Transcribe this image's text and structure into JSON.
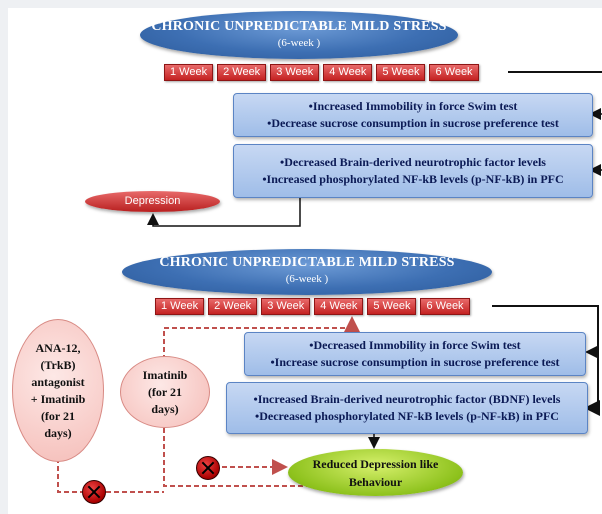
{
  "top": {
    "title": "CHRONIC UNPREDICTABLE MILD STRESS",
    "subtitle": "(6-week )",
    "weeks": [
      "1 Week",
      "2 Week",
      "3 Week",
      "4 Week",
      "5 Week",
      "6 Week"
    ],
    "box1": {
      "line1": "•Increased Immobility in force Swim test",
      "line2": "•Decrease sucrose consumption in sucrose preference test"
    },
    "box2": {
      "line1": "•Decreased Brain-derived neurotrophic factor levels",
      "line2": "•Increased phosphorylated NF-kB levels (p-NF-kB) in PFC"
    },
    "outcome": "Depression"
  },
  "bottom": {
    "title": "CHRONIC UNPREDICTABLE MILD STRESS",
    "subtitle": "(6-week )",
    "weeks": [
      "1 Week",
      "2 Week",
      "3 Week",
      "4 Week",
      "5 Week",
      "6 Week"
    ],
    "box1": {
      "line1": "•Decreased Immobility in force Swim test",
      "line2": "•Increase sucrose consumption in sucrose preference test"
    },
    "box2": {
      "line1": "•Increased Brain-derived neurotrophic factor (BDNF) levels",
      "line2": "•Decreased phosphorylated NF-kB levels (p-NF-kB) in PFC"
    },
    "ana": {
      "l1": "ANA-12,",
      "l2": "(TrkB)",
      "l3": "antagonist",
      "l4": "+ Imatinib",
      "l5": "(for 21",
      "l6": "days)"
    },
    "imatinib": {
      "l1": "Imatinib",
      "l2": "(for 21",
      "l3": "days)"
    },
    "outcome": {
      "l1": "Reduced Depression like",
      "l2": "Behaviour"
    }
  },
  "colors": {
    "blue_ellipse": "#3d6fb3",
    "week_red": "#c42222",
    "box_blue": "#b4cdef",
    "green": "#8ec21d",
    "pink": "#f5bdb8",
    "arrow_dash": "#c0504d"
  }
}
